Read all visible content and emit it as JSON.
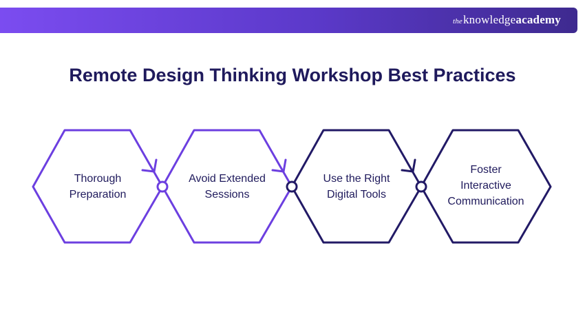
{
  "header": {
    "brand_prefix": "the",
    "brand_main": "knowledge",
    "brand_strong": "academy"
  },
  "diagram": {
    "title": "Remote Design Thinking Workshop Best Practices",
    "steps": [
      {
        "line1": "Thorough",
        "line2": "Preparation",
        "line3": "",
        "color": "#6c3fe0"
      },
      {
        "line1": "Avoid Extended",
        "line2": "Sessions",
        "line3": "",
        "color": "#6c3fe0"
      },
      {
        "line1": "Use the Right",
        "line2": "Digital Tools",
        "line3": "",
        "color": "#221a66"
      },
      {
        "line1": "Foster",
        "line2": "Interactive",
        "line3": "Communication",
        "color": "#221a66"
      }
    ]
  },
  "colors": {
    "title": "#1f1a5c",
    "purple": "#6c3fe0",
    "navy": "#221a66"
  }
}
